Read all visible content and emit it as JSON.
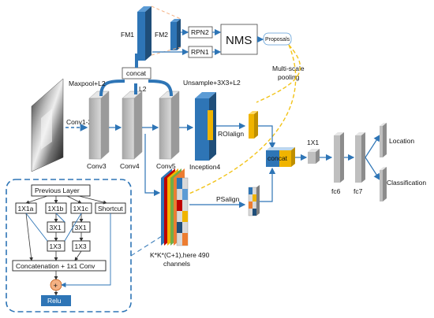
{
  "labels": {
    "fm1": "FM1",
    "fm2": "FM2",
    "rpn2": "RPN2",
    "rpn1": "RPN1",
    "nms": "NMS",
    "proposals": "Proposals",
    "multi_scale_pooling_1": "Multi-scale",
    "multi_scale_pooling_2": "pooling",
    "concat_top": "concat",
    "maxpool": "Maxpool+L2",
    "l2": "L2",
    "unsample": "Unsample+3X3+L2",
    "conv12": "Conv1-2",
    "conv3": "Conv3",
    "conv4": "Conv4",
    "conv5": "Conv5",
    "inception4": "Inception4",
    "roialign": "ROIalign",
    "psalign": "PSalign",
    "concat_mid": "concat",
    "onexone": "1X1",
    "fc6": "fc6",
    "fc7": "fc7",
    "location": "Location",
    "classification": "Classification",
    "channels_1": "K*K*(C+1),here 490",
    "channels_2": "channels"
  },
  "inset": {
    "previous_layer": "Previous Layer",
    "b1a": "1X1a",
    "b1b": "1X1b",
    "b1c": "1X1c",
    "shortcut": "Shortcut",
    "b31_left": "3X1",
    "b31_right": "3X1",
    "b13_left": "1X3",
    "b13_right": "1X3",
    "concat_conv": "Concatenation + 1x1 Conv",
    "plus": "+",
    "relu": "Relu"
  },
  "colors": {
    "blue": "#2e75b6",
    "dark_blue": "#1f4e79",
    "orange": "#f4a460",
    "gold": "#f0b400",
    "gray": "#bfbfbf",
    "dash_orange": "#f5b183",
    "dash_yellow": "#f2c318"
  }
}
